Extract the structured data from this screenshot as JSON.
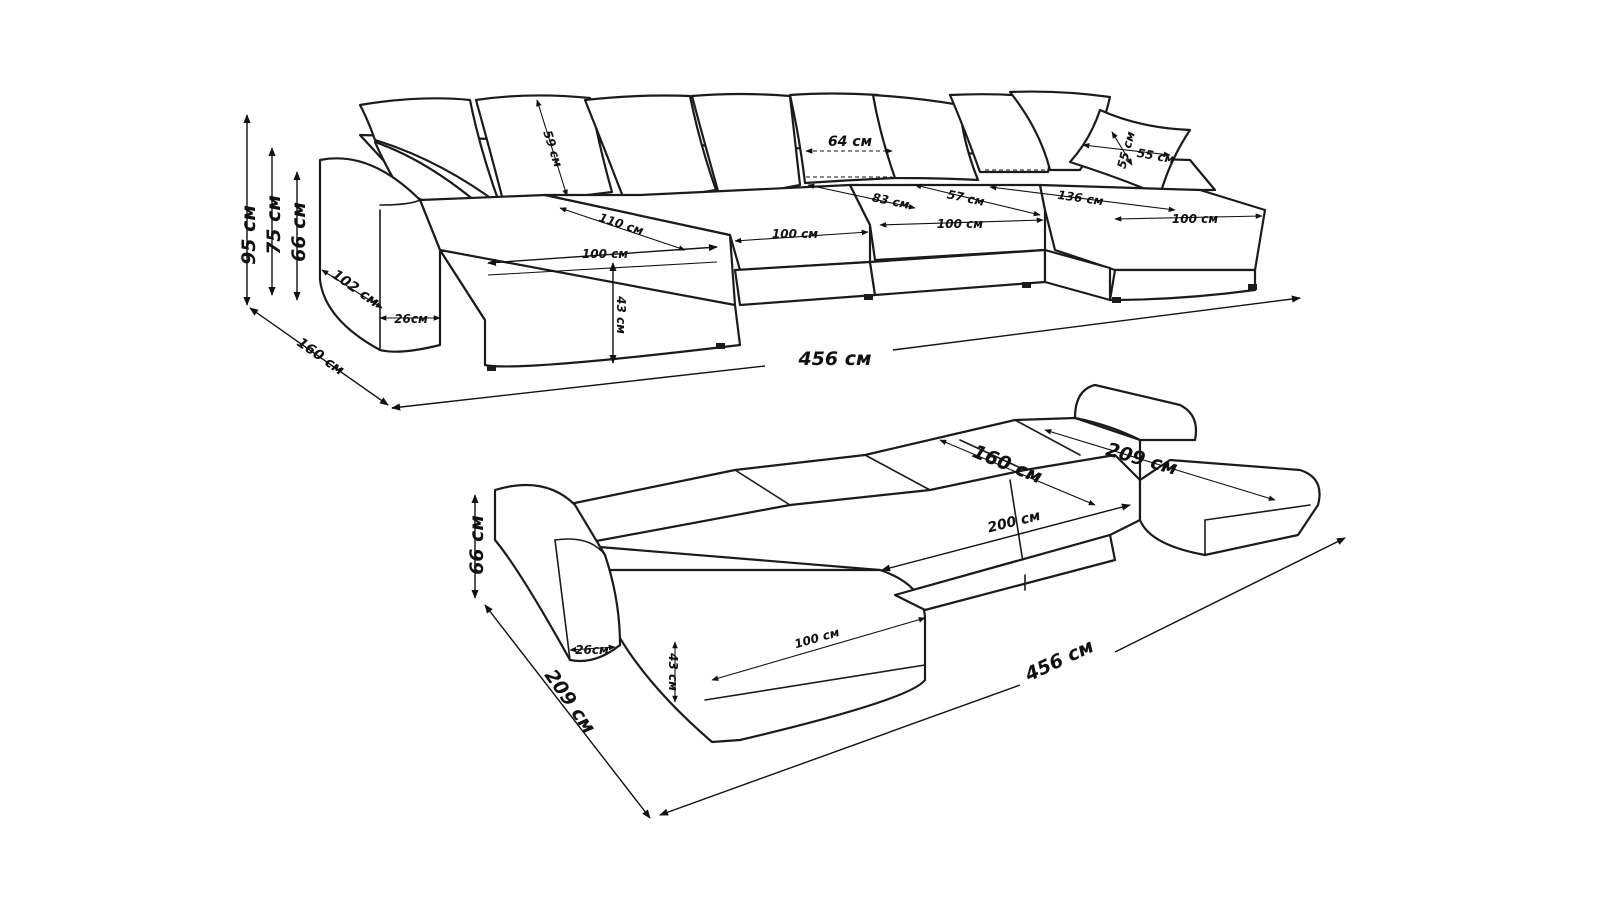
{
  "diagram": {
    "top_view": {
      "height_total": "95 см",
      "height_back": "75 см",
      "height_arm": "66 см",
      "depth": "160 см",
      "arm_depth": "102 см",
      "arm_width": "26см",
      "pillow_height": "59 см",
      "pillow_width": "64 см",
      "small_pillow_a": "55 см",
      "small_pillow_b": "55 см",
      "chaise_len": "110 см",
      "seat_left": "100 см",
      "seat_mid": "100 см",
      "seat_third": "100 см",
      "seat_right": "100 см",
      "seat_height": "43 см",
      "back_depth_a": "83 см",
      "back_depth_b": "57 см",
      "corner_len": "136 см",
      "total_length": "456 см"
    },
    "bottom_view": {
      "height_arm": "66 см",
      "depth": "209 см",
      "arm_width": "26см",
      "seat_height": "43 см",
      "seat_left": "100 см",
      "bed_length": "200 см",
      "bed_width": "160 см",
      "right_depth": "209 см",
      "total_length": "456 см"
    }
  }
}
